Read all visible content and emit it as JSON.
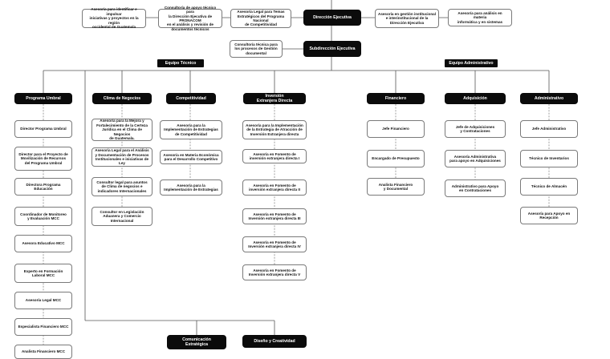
{
  "top": {
    "asesoria_iniciativas": "Asesoría para identificar e impulsar\niniciativas y proyectos en la región\noccidental de Guatemala",
    "consultoria_pronacom": "Consultoría de apoyo técnico para\nla Dirección Ejecutiva de PRONACOM\nen el análisis y revisión de\ndocumentos técnicos",
    "asesoria_legal_temas": "Asesoría Legal para Temas\nEstratégicos del Programa Nacional\nde Competitividad",
    "direccion_ejecutiva": "Dirección Ejecutiva",
    "asesoria_gestion": "Asesoría en gestión institucional\ne interinstitucional de la\nDirección Ejecutiva",
    "asesoria_informatica": "Asesoría para análisis en materia\ninformática y en sistemas",
    "consultoria_procesos": "Consultoría técnica para\nlos procesos de Gestión\ndocumental",
    "subdireccion": "Subdirección Ejecutiva"
  },
  "groups": {
    "equipo_tecnico": "Equipo Técnico",
    "equipo_administrativo": "Equipo Administrativo"
  },
  "programa_umbral": {
    "header": "Programa Umbral",
    "items": [
      "Director Programa  Umbral",
      "Director para el Proyecto de\nMovilización de Recursos\ndel Programa Umbral",
      "Directora Programa Educación",
      "Coordinador de Monitoreo\ny Evaluación MCC",
      "Asesora Educativo MCC",
      "Experto en Formación\nLaboral MCC",
      "Asesoría  Legal MCC",
      "Especialista Financiero MCC",
      "Analista Financiero MCC"
    ]
  },
  "clima": {
    "header": "Clima de Negocios",
    "items": [
      "Asesoría para la Mejora y\nFortalecimiento de la Certeza\nJurídica en el Clima de Negocios\nde Guatemala.",
      "Asesoría Legal para el Análisis\ny Documentación de Procesos\nInstitucionales e iniciativas de Ley",
      "Consultor legal para asuntos\nde Clima de negocios e\nindicadores Internacionales",
      "Consultor en Legislación\nAduanera y Comercio\nInternacional"
    ]
  },
  "competitividad": {
    "header": "Competitividad",
    "items": [
      "Asesoría para la\nImplementación de Estrategias\nde Competitividad",
      "Asesoría en Materia Económica\npara el Desarrollo Competitivo",
      "Asesoría para la\nImplementación de Estrategias"
    ]
  },
  "inversion": {
    "header": "Inversión\nExtranjera Directa",
    "items": [
      "Asesoría para la Implementación\nde la Estrategia de Atracción de\nInversión Extranjera directa",
      "Asesoría en Fomento de\ninversión extranjera directa I",
      "Asesoría en Fomento de\ninversión extranjera directa II",
      "Asesoría en Fomento de\nInversión extranjera directa III",
      "Asesoría en Fomento de\nInversión extranjera directa IV",
      "Asesoría en Fomento de\nInversión extranjera directa V"
    ]
  },
  "financiero": {
    "header": "Financiero",
    "items": [
      "Jefe Financiero",
      "Encargado de Presupuesto",
      "Analista Financiero\ny Documental"
    ]
  },
  "adquisicion": {
    "header": "Adquisición",
    "items": [
      "Jefe de Adquisiciones\ny Contrataciones",
      "Asesoría Administrativa\npara apoyo en Adquisiciones",
      "Administrativo para Apoyo\nen Contrataciones"
    ]
  },
  "administrativo": {
    "header": "Administrativo",
    "items": [
      "Jefe Administrativo",
      "Técnico de Inventarios",
      "Técnico de Almacén",
      "Asesoría para Apoyo en\nRecepción"
    ]
  },
  "bottom": {
    "comunicacion": "Comunicación\nEstratégica",
    "diseno": "Diseño y Creatividad"
  },
  "colors": {
    "dark": "#0b0b0b",
    "line": "#555555",
    "border": "#7a7a7a"
  }
}
